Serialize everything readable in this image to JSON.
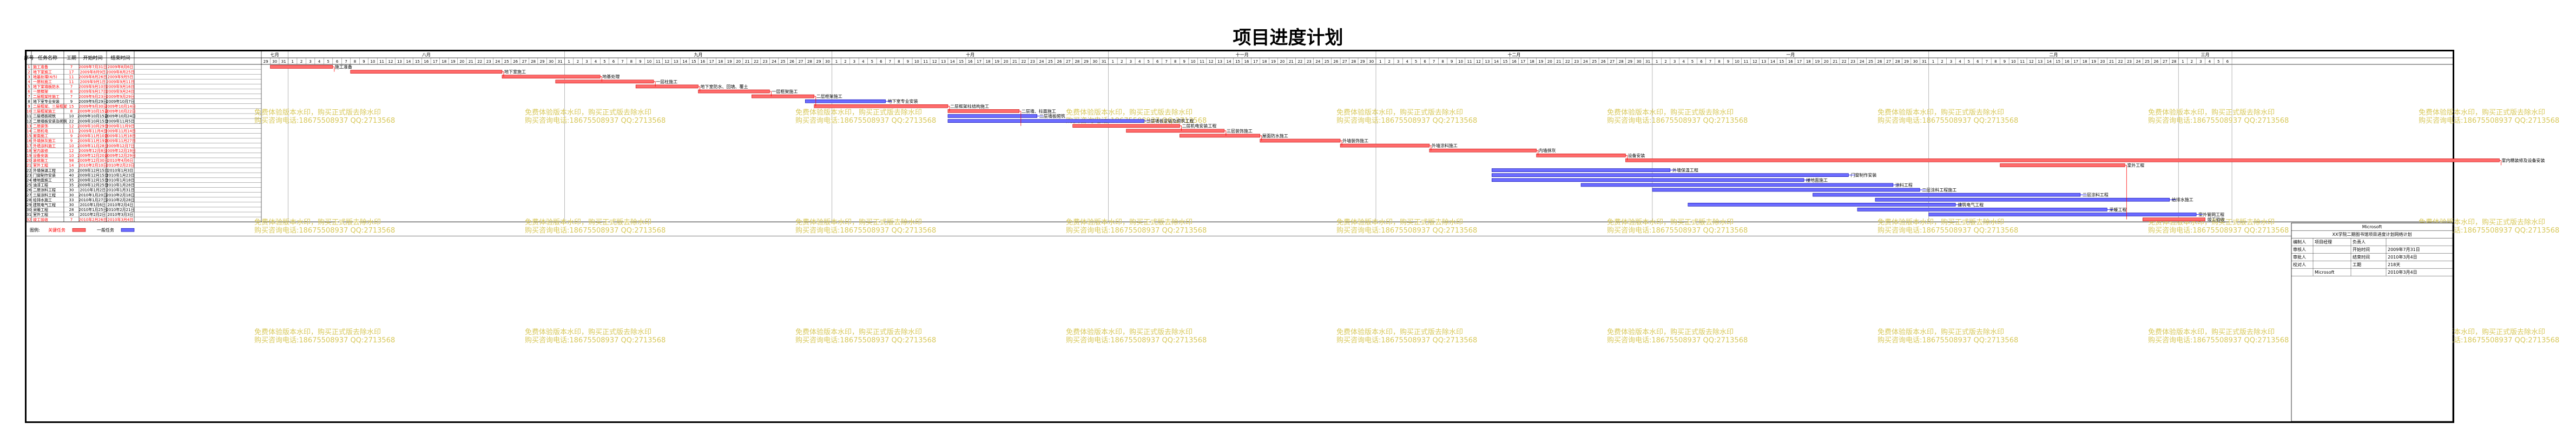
{
  "title": "项目进度计划",
  "table_headers": [
    "序号",
    "任务名称",
    "工期",
    "开始时间",
    "结束时间"
  ],
  "months": [
    "七月",
    "八月",
    "九月",
    "十月",
    "十一月",
    "十二月",
    "一月",
    "二月",
    "三月"
  ],
  "month_day_counts": [
    3,
    31,
    30,
    31,
    30,
    31,
    31,
    28,
    6
  ],
  "first_day_of_first_month": 29,
  "tasks": [
    {
      "no": "1",
      "name": "施工准备",
      "dur": "7",
      "start": "2009年7月31日",
      "end": "2009年8月6日",
      "s": 2,
      "e": 8,
      "crit": true,
      "label": "施工准备"
    },
    {
      "no": "2",
      "name": "地下室施工",
      "dur": "17",
      "start": "2009年8月9日",
      "end": "2009年8月25日",
      "s": 11,
      "e": 27,
      "crit": true,
      "label": "地下室施工"
    },
    {
      "no": "3",
      "name": "地基处理(4/5)",
      "dur": "11",
      "start": "2009年8月26日",
      "end": "2009年9月5日",
      "s": 28,
      "e": 38,
      "crit": true,
      "label": "地基处理"
    },
    {
      "no": "4",
      "name": "一层柱施工",
      "dur": "11",
      "start": "2009年9月1日",
      "end": "2009年9月11日",
      "s": 34,
      "e": 44,
      "crit": true,
      "label": "一层柱施工"
    },
    {
      "no": "5",
      "name": "地下室墙板防水",
      "dur": "7",
      "start": "2009年9月10日",
      "end": "2009年9月16日",
      "s": 43,
      "e": 49,
      "crit": true,
      "label": "地下室防水、回填、覆土"
    },
    {
      "no": "6",
      "name": "一层框架",
      "dur": "8",
      "start": "2009年9月17日",
      "end": "2009年9月24日",
      "s": 50,
      "e": 57,
      "crit": true,
      "label": "一层框架施工"
    },
    {
      "no": "7",
      "name": "二层框架柱施工",
      "dur": "7",
      "start": "2009年9月23日",
      "end": "2009年9月29日",
      "s": 56,
      "e": 62,
      "crit": true,
      "label": "二层框架施工"
    },
    {
      "no": "8",
      "name": "地下室专业安装",
      "dur": "9",
      "start": "2009年9月29日",
      "end": "2009年10月7日",
      "s": 62,
      "e": 70,
      "crit": false,
      "label": "地下室专业安装"
    },
    {
      "no": "9",
      "name": "二层框架、三层框架",
      "dur": "15",
      "start": "2009年9月30日",
      "end": "2009年10月14日",
      "s": 63,
      "e": 77,
      "crit": true,
      "label": "二层框架柱结构施工"
    },
    {
      "no": "10",
      "name": "三层框架施工",
      "dur": "8",
      "start": "2009年10月15日",
      "end": "2009年10月22日",
      "s": 78,
      "e": 85,
      "crit": true,
      "label": "二层墙、柱面施工"
    },
    {
      "no": "11",
      "name": "二层墙板砌筑",
      "dur": "10",
      "start": "2009年10月15日",
      "end": "2009年10月24日",
      "s": 78,
      "e": 87,
      "crit": false,
      "label": "二层墙板砌筑"
    },
    {
      "no": "12",
      "name": "二层墙板安装及砌筑",
      "dur": "22",
      "start": "2009年10月15日",
      "end": "2009年11月5日",
      "s": 78,
      "e": 99,
      "crit": false,
      "label": "二层墙板安装及砌筑工程"
    },
    {
      "no": "13",
      "name": "二层装饰",
      "dur": "12",
      "start": "2009年10月29日",
      "end": "2009年11月9日",
      "s": 92,
      "e": 103,
      "crit": true,
      "label": "二层机电安装工程"
    },
    {
      "no": "14",
      "name": "三层机电",
      "dur": "11",
      "start": "2009年11月4日",
      "end": "2009年11月14日",
      "s": 98,
      "e": 108,
      "crit": true,
      "label": "三层装饰施工"
    },
    {
      "no": "15",
      "name": "屋面施工",
      "dur": "9",
      "start": "2009年11月10日",
      "end": "2009年11月18日",
      "s": 104,
      "e": 112,
      "crit": true,
      "label": "屋面防水施工"
    },
    {
      "no": "16",
      "name": "外墙抹灰施工",
      "dur": "9",
      "start": "2009年11月19日",
      "end": "2009年11月27日",
      "s": 113,
      "e": 121,
      "crit": true,
      "label": "外墙装饰施工"
    },
    {
      "no": "17",
      "name": "外墙涂料施工",
      "dur": "10",
      "start": "2009年11月28日",
      "end": "2009年12月7日",
      "s": 122,
      "e": 131,
      "crit": true,
      "label": "外墙涂料施工"
    },
    {
      "no": "18",
      "name": "室内装修",
      "dur": "12",
      "start": "2009年12月8日",
      "end": "2009年12月19日",
      "s": 132,
      "e": 143,
      "crit": true,
      "label": "内墙抹灰"
    },
    {
      "no": "19",
      "name": "设备安装",
      "dur": "10",
      "start": "2009年12月20日",
      "end": "2009年12月29日",
      "s": 144,
      "e": 153,
      "crit": true,
      "label": "设备安装"
    },
    {
      "no": "20",
      "name": "装修施工",
      "dur": "98",
      "start": "2009年12月30日",
      "end": "2010年4月6日",
      "s": 154,
      "e": 251,
      "crit": true,
      "label": "室内精装修及设备安装"
    },
    {
      "no": "21",
      "name": "室外工程",
      "dur": "14",
      "start": "2010年2月10日",
      "end": "2010年2月23日",
      "s": 196,
      "e": 209,
      "crit": true,
      "label": "室外工程"
    },
    {
      "no": "22",
      "name": "外墙保温工程",
      "dur": "20",
      "start": "2009年12月15日",
      "end": "2010年1月3日",
      "s": 139,
      "e": 158,
      "crit": false,
      "label": "外墙保温工程"
    },
    {
      "no": "23",
      "name": "门窗制作安装",
      "dur": "40",
      "start": "2009年12月15日",
      "end": "2010年1月23日",
      "s": 139,
      "e": 178,
      "crit": false,
      "label": "门窗制作安装"
    },
    {
      "no": "24",
      "name": "楼地面施工",
      "dur": "35",
      "start": "2009年12月15日",
      "end": "2010年1月18日",
      "s": 139,
      "e": 173,
      "crit": false,
      "label": "楼地面施工"
    },
    {
      "no": "25",
      "name": "油漆工程",
      "dur": "35",
      "start": "2009年12月25日",
      "end": "2010年1月28日",
      "s": 149,
      "e": 183,
      "crit": false,
      "label": "涂料工程"
    },
    {
      "no": "26",
      "name": "二层涂料工程",
      "dur": "30",
      "start": "2010年1月2日",
      "end": "2010年1月31日",
      "s": 157,
      "e": 186,
      "crit": false,
      "label": "二层涂料工程施工"
    },
    {
      "no": "27",
      "name": "三层涂料工程",
      "dur": "30",
      "start": "2010年1月20日",
      "end": "2010年2月18日",
      "s": 175,
      "e": 204,
      "crit": false,
      "label": "三层涂料工程"
    },
    {
      "no": "28",
      "name": "给排水施工",
      "dur": "33",
      "start": "2010年1月27日",
      "end": "2010年2月28日",
      "s": 182,
      "e": 214,
      "crit": false,
      "label": "给排水施工"
    },
    {
      "no": "29",
      "name": "建筑电气工程",
      "dur": "30",
      "start": "2010年1月6日",
      "end": "2010年2月4日",
      "s": 161,
      "e": 190,
      "crit": false,
      "label": "建筑电气工程"
    },
    {
      "no": "30",
      "name": "采暖工程",
      "dur": "28",
      "start": "2010年1月25日",
      "end": "2010年2月21日",
      "s": 180,
      "e": 207,
      "crit": false,
      "label": "采暖工程"
    },
    {
      "no": "31",
      "name": "室外工程",
      "dur": "30",
      "start": "2010年2月2日",
      "end": "2010年3月3日",
      "s": 188,
      "e": 217,
      "crit": false,
      "label": "室外管网工程"
    },
    {
      "no": "32",
      "name": "竣工验收",
      "dur": "7",
      "start": "2010年2月26日",
      "end": "2010年3月4日",
      "s": 212,
      "e": 218,
      "crit": true,
      "label": "竣工验收"
    }
  ],
  "legend": {
    "title": "图例:",
    "critical": "关键任务",
    "normal": "一般任务"
  },
  "watermark": {
    "line1": "免费体验版本水印，购买正式版去除水印",
    "line2": "购买咨询电话:18675508937 QQ:2713568"
  },
  "info_box": {
    "company": "Microsoft",
    "project": "XX学院二期图书馆项目进度计划网络计划",
    "rows": [
      [
        "编制人",
        "项目经理",
        "负责人",
        ""
      ],
      [
        "审核人",
        "",
        "开始时间",
        "2009年7月31日"
      ],
      [
        "审批人",
        "",
        "结束时间",
        "2010年3月4日"
      ],
      [
        "校对人",
        "",
        "工期",
        "218天"
      ],
      [
        "",
        "Microsoft",
        "",
        "2010年3月4日"
      ]
    ]
  },
  "colors": {
    "critical": "#ff6b6b",
    "critical_border": "#c00000",
    "normal": "#6b6bff",
    "normal_border": "#0000a0",
    "critical_text": "#ff0000",
    "link": "#ff0000",
    "link_normal": "#0000ff"
  }
}
